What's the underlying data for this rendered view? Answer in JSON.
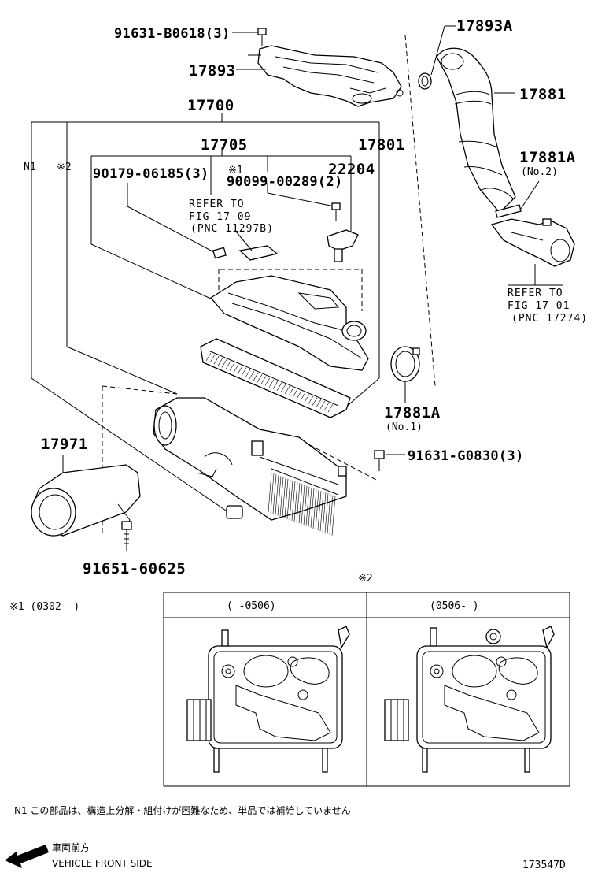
{
  "labels": {
    "p1": "91631-B0618(3)",
    "p2": "17893A",
    "p3": "17893",
    "p4": "17881",
    "p5": "17700",
    "p6": "17705",
    "p7": "17801",
    "p8": "17881A",
    "p8_sub": "(No.2)",
    "p9": "90179-06185(3)",
    "p10": "22204",
    "p11": "90099-00289(2)",
    "star1_mark": "※1",
    "n1": "N1",
    "star2_mark": "※2",
    "refer_a_1": "REFER TO",
    "refer_a_2": "FIG 17-09",
    "refer_a_3": "(PNC 11297B)",
    "refer_b_1": "REFER TO",
    "refer_b_2": "FIG 17-01",
    "refer_b_3": "(PNC 17274)",
    "p12": "17881A",
    "p12_sub": "(No.1)",
    "p13": "17971",
    "p14": "91631-G0830(3)",
    "p15": "91651-60625"
  },
  "inset": {
    "star2": "※2",
    "star1_note": "※1 (0302-        )",
    "left_title": "(      -0506)",
    "right_title": "(0506-      )"
  },
  "footer": {
    "n1_note": "N1  この部品は、構造上分解・組付けが困難なため、単品では補給していません",
    "front_jp": "車両前方",
    "front_en": "VEHICLE FRONT SIDE",
    "figure_id": "173547D"
  }
}
